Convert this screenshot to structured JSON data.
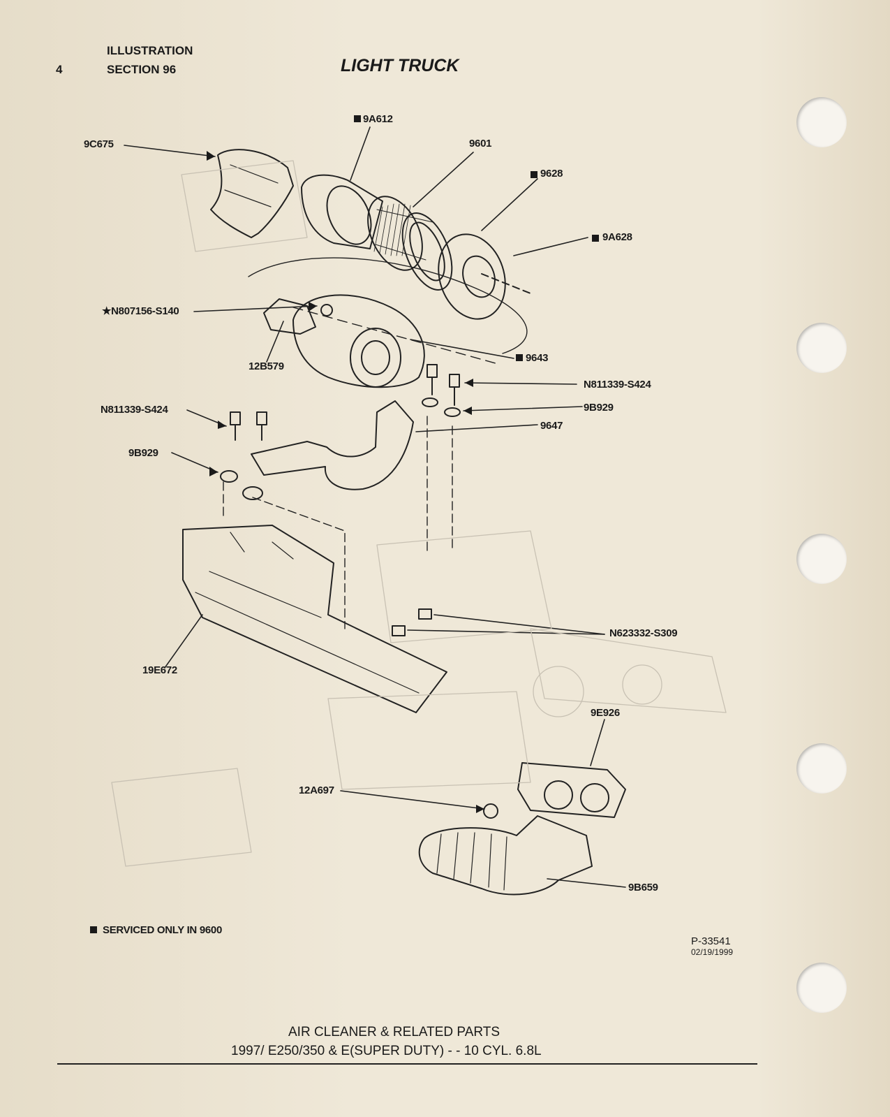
{
  "header": {
    "page_number": "4",
    "illustration": "ILLUSTRATION",
    "section": "SECTION 96",
    "title": "LIGHT TRUCK"
  },
  "labels": {
    "l_9a612": "9A612",
    "l_9c675": "9C675",
    "l_9601": "9601",
    "l_9628": "9628",
    "l_9a628": "9A628",
    "l_n807156": "★N807156-S140",
    "l_9643": "9643",
    "l_12b579": "12B579",
    "l_n811339_r": "N811339-S424",
    "l_n811339_l": "N811339-S424",
    "l_9b929_r": "9B929",
    "l_9b929_l": "9B929",
    "l_9647": "9647",
    "l_n623332": "N623332-S309",
    "l_19e672": "19E672",
    "l_9e926": "9E926",
    "l_12a697": "12A697",
    "l_9b659": "9B659"
  },
  "legend": {
    "serviced_only": "SERVICED ONLY IN 9600"
  },
  "ref": {
    "part_code": "P-33541",
    "date": "02/19/1999"
  },
  "caption": {
    "line1": "AIR CLEANER & RELATED PARTS",
    "line2": "1997/ E250/350 & E(SUPER DUTY) - - 10 CYL. 6.8L"
  }
}
